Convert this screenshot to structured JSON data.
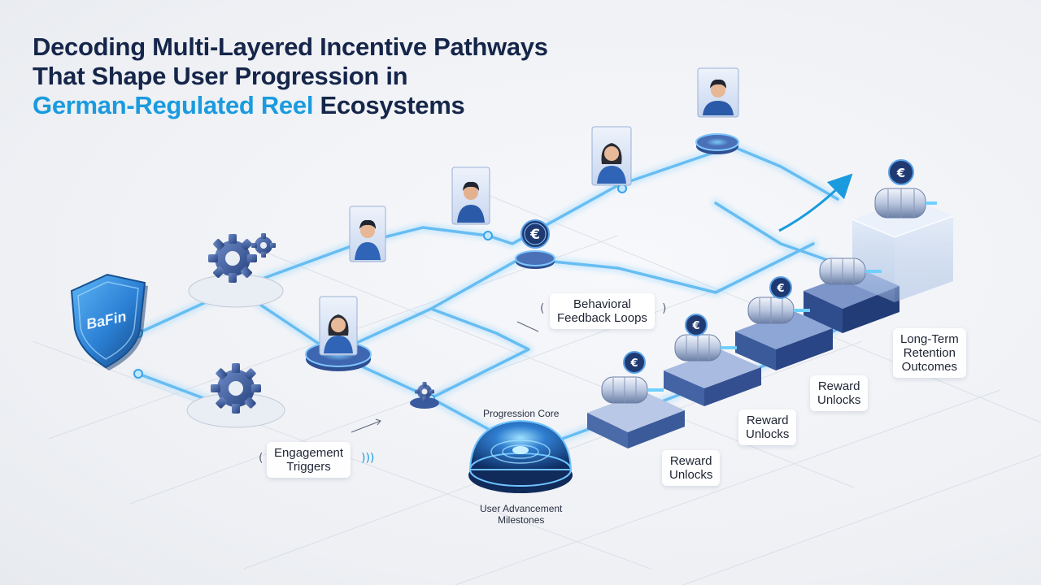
{
  "title": {
    "line1": "Decoding Multi-Layered Incentive Pathways",
    "line2": "That Shape User Progression in",
    "line3_accent": "German-Regulated Reel",
    "line3_rest": "Ecosystems"
  },
  "shield": {
    "text": "BaFin"
  },
  "coin_symbol": "€",
  "labels": {
    "behavioral_line1": "Behavioral",
    "behavioral_line2": "Feedback Loops",
    "engagement_line1": "Engagement",
    "engagement_line2": "Triggers",
    "progression_core": "Progression Core",
    "milestones_line1": "User Advancement",
    "milestones_line2": "Milestones",
    "reward1_line1": "Reward",
    "reward1_line2": "Unlocks",
    "reward2_line1": "Reward",
    "reward2_line2": "Unlocks",
    "reward3_line1": "Reward",
    "reward3_line2": "Unlocks",
    "retention_line1": "Long-Term",
    "retention_line2": "Retention",
    "retention_line3": "Outcomes"
  },
  "colors": {
    "navy": "#16264a",
    "accent": "#1a9bde",
    "glow": "#5fc3ff",
    "platform": "#3a5aa0"
  }
}
